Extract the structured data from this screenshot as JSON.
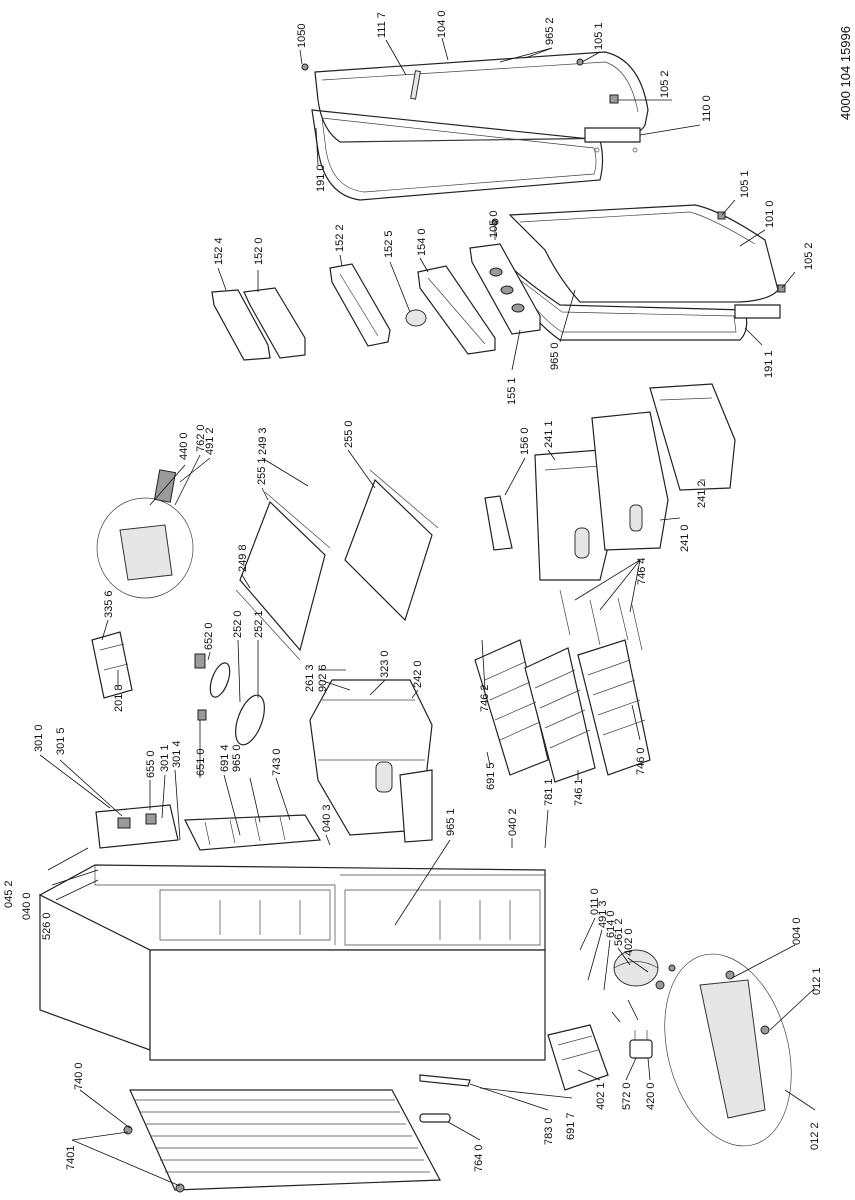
{
  "document_id": "4000 104 15996",
  "part_labels": [
    {
      "id": "p1050",
      "text": "1050"
    },
    {
      "id": "p1117",
      "text": "111 7"
    },
    {
      "id": "p1040",
      "text": "104 0"
    },
    {
      "id": "p9652",
      "text": "965 2"
    },
    {
      "id": "p1051a",
      "text": "105 1"
    },
    {
      "id": "p1052a",
      "text": "105 2"
    },
    {
      "id": "p1100",
      "text": "110 0"
    },
    {
      "id": "p1910",
      "text": "191 0"
    },
    {
      "id": "p1051b",
      "text": "105 1"
    },
    {
      "id": "p1010",
      "text": "101 0"
    },
    {
      "id": "p1052b",
      "text": "105 2"
    },
    {
      "id": "p1911",
      "text": "191 1"
    },
    {
      "id": "p1524",
      "text": "152 4"
    },
    {
      "id": "p1520",
      "text": "152 0"
    },
    {
      "id": "p1522",
      "text": "152 2"
    },
    {
      "id": "p1525",
      "text": "152 5"
    },
    {
      "id": "p1540",
      "text": "154 0"
    },
    {
      "id": "p1050b",
      "text": "105 0"
    },
    {
      "id": "p9650a",
      "text": "965 0"
    },
    {
      "id": "p1551",
      "text": "155 1"
    },
    {
      "id": "p4400",
      "text": "440 0"
    },
    {
      "id": "p7620",
      "text": "762 0"
    },
    {
      "id": "p4912",
      "text": "491 2"
    },
    {
      "id": "p2551",
      "text": "255 1"
    },
    {
      "id": "p2493",
      "text": "249 3"
    },
    {
      "id": "p2550",
      "text": "255 0"
    },
    {
      "id": "p1560",
      "text": "156 0"
    },
    {
      "id": "p2411",
      "text": "241 1"
    },
    {
      "id": "p2412",
      "text": "241 2"
    },
    {
      "id": "p2498",
      "text": "249 8"
    },
    {
      "id": "p2410",
      "text": "241 0"
    },
    {
      "id": "p7464",
      "text": "746 4"
    },
    {
      "id": "p3356",
      "text": "335 6"
    },
    {
      "id": "p6520",
      "text": "652 0"
    },
    {
      "id": "p2520",
      "text": "252 0"
    },
    {
      "id": "p2521",
      "text": "252 1"
    },
    {
      "id": "p2613",
      "text": "261 3"
    },
    {
      "id": "p9026",
      "text": "902 6"
    },
    {
      "id": "p3230",
      "text": "323 0"
    },
    {
      "id": "p2420",
      "text": "242 0"
    },
    {
      "id": "p7462",
      "text": "746 2"
    },
    {
      "id": "p2018",
      "text": "201 8"
    },
    {
      "id": "p3010",
      "text": "301 0"
    },
    {
      "id": "p3015",
      "text": "301 5"
    },
    {
      "id": "p6550",
      "text": "655 0"
    },
    {
      "id": "p3011",
      "text": "301 1"
    },
    {
      "id": "p3014",
      "text": "301 4"
    },
    {
      "id": "p6510",
      "text": "651 0"
    },
    {
      "id": "p6914",
      "text": "691 4"
    },
    {
      "id": "p9650b",
      "text": "965 0"
    },
    {
      "id": "p7430",
      "text": "743 0"
    },
    {
      "id": "p0403",
      "text": "040 3"
    },
    {
      "id": "p9651",
      "text": "965 1"
    },
    {
      "id": "p6915",
      "text": "691 5"
    },
    {
      "id": "p7460",
      "text": "746 0"
    },
    {
      "id": "p0402",
      "text": "040 2"
    },
    {
      "id": "p7811",
      "text": "781 1"
    },
    {
      "id": "p7461",
      "text": "746 1"
    },
    {
      "id": "p0452",
      "text": "045 2"
    },
    {
      "id": "p0400",
      "text": "040 0"
    },
    {
      "id": "p5260",
      "text": "526 0"
    },
    {
      "id": "p0110",
      "text": "011 0"
    },
    {
      "id": "p4913",
      "text": "491 3"
    },
    {
      "id": "p6140",
      "text": "614 0"
    },
    {
      "id": "p5612",
      "text": "561 2"
    },
    {
      "id": "p4020",
      "text": "402 0"
    },
    {
      "id": "p0040",
      "text": "004 0"
    },
    {
      "id": "p0121",
      "text": "012 1"
    },
    {
      "id": "p7400",
      "text": "740 0"
    },
    {
      "id": "p7401",
      "text": "7401"
    },
    {
      "id": "p7640",
      "text": "764 0"
    },
    {
      "id": "p7830",
      "text": "783 0"
    },
    {
      "id": "p6917",
      "text": "691 7"
    },
    {
      "id": "p4021",
      "text": "402 1"
    },
    {
      "id": "p5720",
      "text": "572 0"
    },
    {
      "id": "p4200",
      "text": "420 0"
    },
    {
      "id": "p0122",
      "text": "012 2"
    }
  ]
}
